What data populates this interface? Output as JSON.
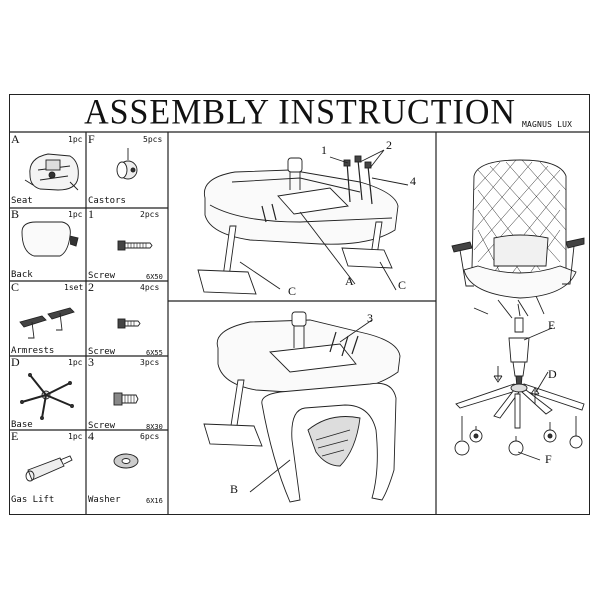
{
  "header": {
    "title": "ASSEMBLY INSTRUCTION",
    "model": "MAGNUS LUX"
  },
  "parts": [
    {
      "letter": "A",
      "qty": "1pc",
      "name": "Seat"
    },
    {
      "letter": "F",
      "qty": "5pcs",
      "name": "Castors"
    },
    {
      "letter": "B",
      "qty": "1pc",
      "name": "Back"
    },
    {
      "letter": "1",
      "qty": "2pcs",
      "name": "Screw",
      "size": "6X50"
    },
    {
      "letter": "C",
      "qty": "1set",
      "name": "Armrests"
    },
    {
      "letter": "2",
      "qty": "4pcs",
      "name": "Screw",
      "size": "6X55"
    },
    {
      "letter": "D",
      "qty": "1pc",
      "name": "Base"
    },
    {
      "letter": "3",
      "qty": "3pcs",
      "name": "Screw",
      "size": "8X30"
    },
    {
      "letter": "E",
      "qty": "1pc",
      "name": "Gas Lift"
    },
    {
      "letter": "4",
      "qty": "6pcs",
      "name": "Washer",
      "size": "6X16"
    }
  ],
  "callouts": {
    "step1": {
      "n1": "1",
      "n2": "2",
      "n4": "4",
      "a": "A",
      "c1": "C",
      "c2": "C"
    },
    "step2": {
      "n3": "3",
      "b": "B"
    },
    "step3": {
      "e": "E",
      "d": "D",
      "f": "F"
    }
  }
}
